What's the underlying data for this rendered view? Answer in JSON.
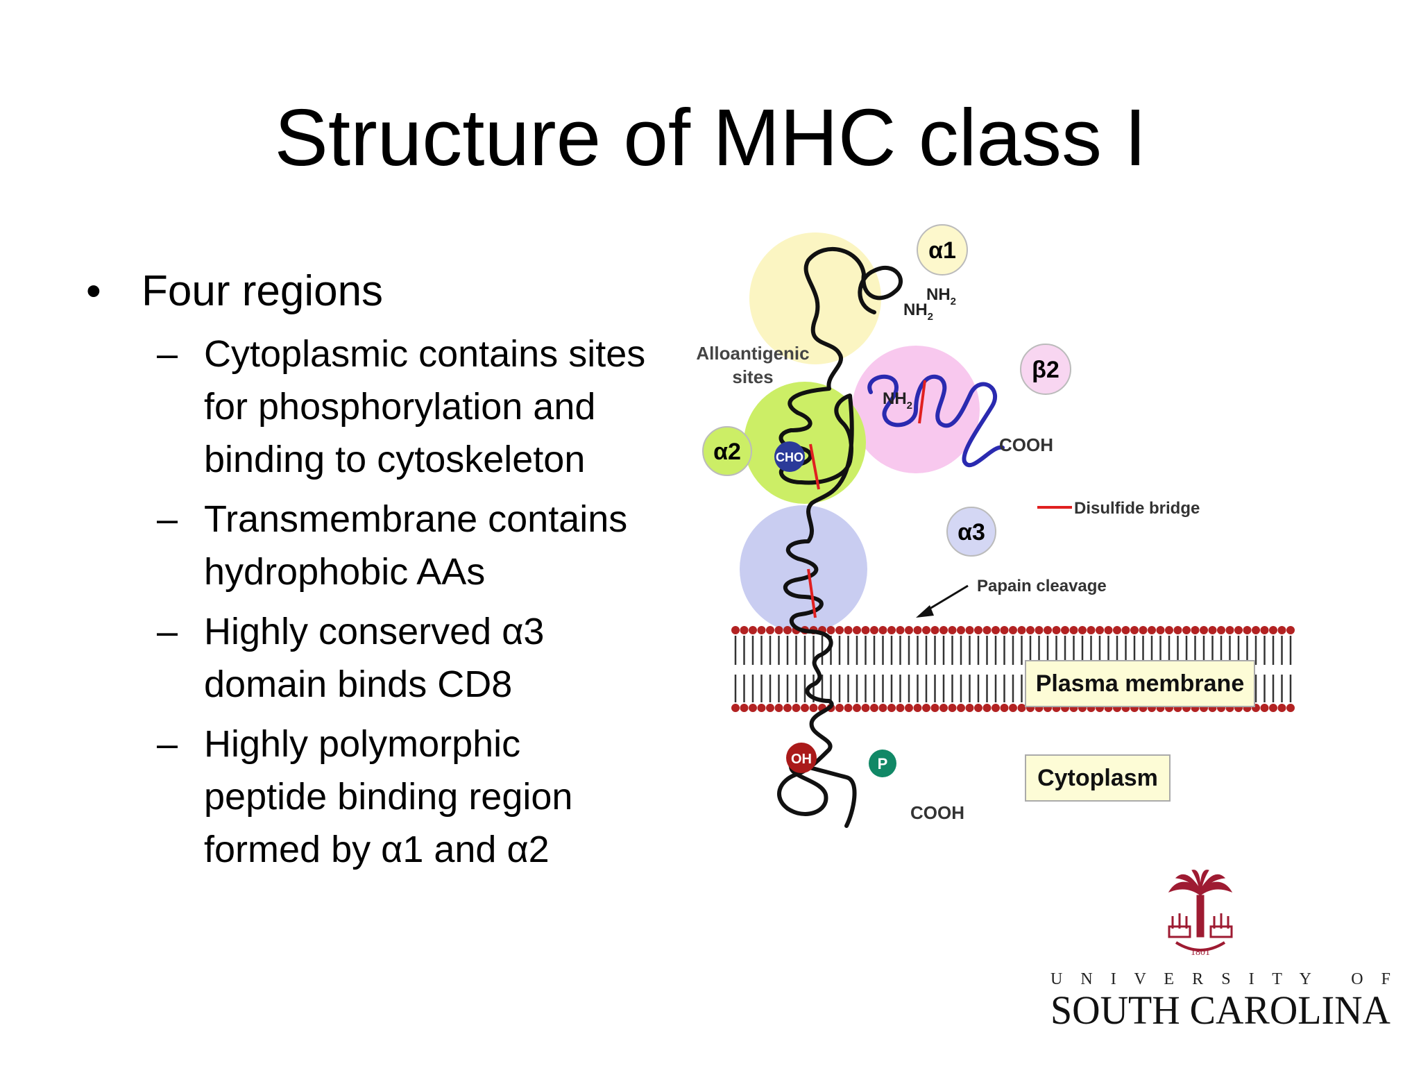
{
  "slide": {
    "title": "Structure of MHC class I"
  },
  "bullets": {
    "main": "Four regions",
    "subs": [
      [
        "Cytoplasmic contains sites",
        "for phosphorylation and",
        "binding to cytoskeleton"
      ],
      [
        "Transmembrane contains",
        "hydrophobic AAs"
      ],
      [
        "Highly conserved α3",
        "domain binds CD8"
      ],
      [
        "Highly polymorphic",
        "peptide binding region",
        "formed by α1 and α2"
      ]
    ]
  },
  "diagram": {
    "domains": {
      "a1": "α1",
      "a2": "α2",
      "a3": "α3",
      "b2": "β2"
    },
    "labels": {
      "alloantigenic_line1": "Alloantigenic",
      "alloantigenic_line2": "sites",
      "nh2": "NH",
      "nh2_sub": "2",
      "cooh": "COOH",
      "cho": "CHO",
      "oh": "OH",
      "p": "P",
      "disulfide": "Disulfide bridge",
      "papain": "Papain cleavage",
      "plasma_membrane": "Plasma membrane",
      "cytoplasm": "Cytoplasm"
    },
    "colors": {
      "a1_domain": "#fbf5c2",
      "a2_domain": "#ccee66",
      "a3_domain": "#c9cdf1",
      "b2_domain": "#f8c8ee",
      "disulfide": "#e02020",
      "b2_chain": "#2a2ab0",
      "membrane_head": "#b22222",
      "cho_bead": "#2b3a99",
      "oh_bead": "#aa1a1a",
      "p_bead": "#118866",
      "label_box": "#fdfcd6"
    }
  },
  "logo": {
    "university_of": "U N I V E R S I T Y   O F",
    "name": "SOUTH CAROLINA",
    "year": "1801",
    "color": "#9e1b32"
  }
}
